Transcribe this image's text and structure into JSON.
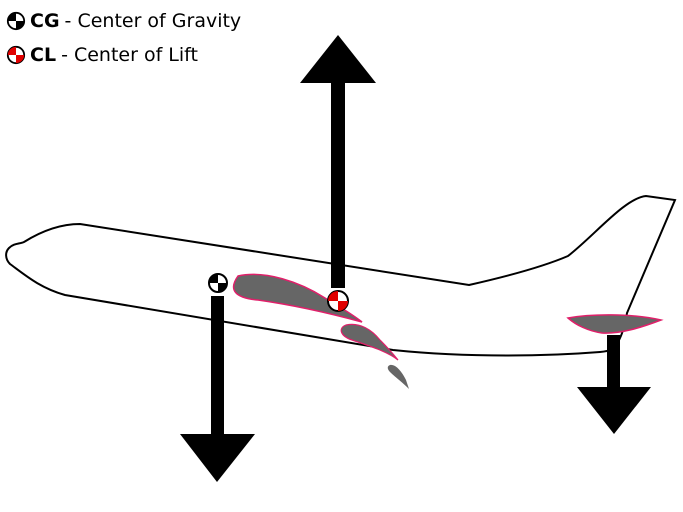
{
  "legend": [
    {
      "abbr": "CG",
      "text": "- Center of Gravity",
      "icon": "cg-marker-icon",
      "color": "#000000"
    },
    {
      "abbr": "CL",
      "text": "- Center of Lift",
      "icon": "cl-marker-icon",
      "color": "#e00000"
    }
  ],
  "colors": {
    "airfoil_fill": "#666666",
    "airfoil_edge": "#e0206a",
    "outline": "#000000"
  }
}
